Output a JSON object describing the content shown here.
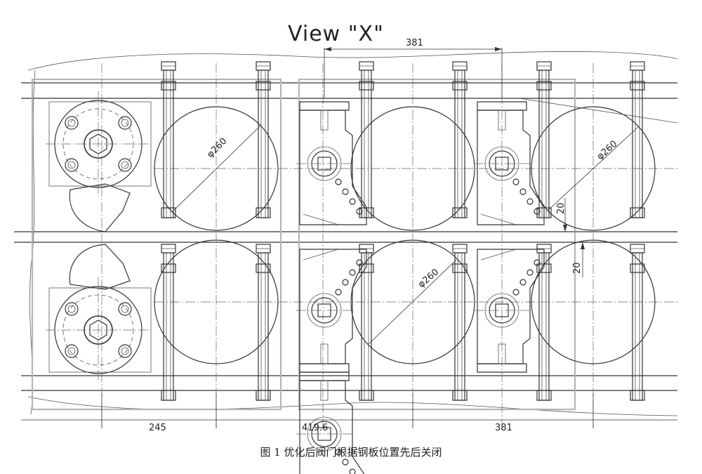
{
  "view_title": "View \"X\"",
  "dimensions": {
    "top_span": "381",
    "bottom_left": "245",
    "bottom_middle": "419.6",
    "bottom_right": "381",
    "offset_upper": "20",
    "offset_lower": "20"
  },
  "diameter_labels": [
    "φ260",
    "φ260",
    "φ260"
  ],
  "caption": "图 1 优化后阀门根据钢板位置先后关闭"
}
